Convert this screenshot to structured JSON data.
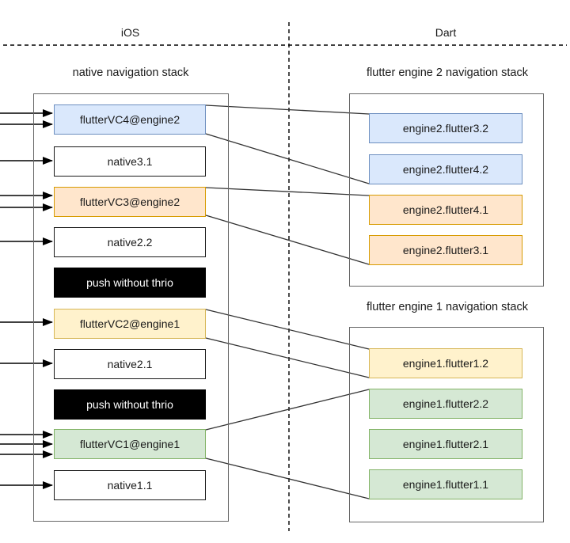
{
  "header": {
    "left_label": "iOS",
    "right_label": "Dart"
  },
  "left_panel": {
    "title": "native navigation stack",
    "boxes": [
      {
        "label": "flutterVC4@engine2",
        "type": "blue",
        "incoming_arrows": 2
      },
      {
        "label": "native3.1",
        "type": "white",
        "incoming_arrows": 1
      },
      {
        "label": "flutterVC3@engine2",
        "type": "orange",
        "incoming_arrows": 2
      },
      {
        "label": "native2.2",
        "type": "white",
        "incoming_arrows": 1
      },
      {
        "label": "push without thrio",
        "type": "black",
        "incoming_arrows": 0
      },
      {
        "label": "flutterVC2@engine1",
        "type": "yellow",
        "incoming_arrows": 1
      },
      {
        "label": "native2.1",
        "type": "white",
        "incoming_arrows": 1
      },
      {
        "label": "push without thrio",
        "type": "black",
        "incoming_arrows": 0
      },
      {
        "label": "flutterVC1@engine1",
        "type": "green",
        "incoming_arrows": 3
      },
      {
        "label": "native1.1",
        "type": "white",
        "incoming_arrows": 1
      }
    ]
  },
  "right_top_panel": {
    "title": "flutter engine 2 navigation stack",
    "boxes": [
      {
        "label": "engine2.flutter3.2",
        "type": "blue"
      },
      {
        "label": "engine2.flutter4.2",
        "type": "blue"
      },
      {
        "label": "engine2.flutter4.1",
        "type": "orange"
      },
      {
        "label": "engine2.flutter3.1",
        "type": "orange"
      }
    ]
  },
  "right_bottom_panel": {
    "title": "flutter engine 1 navigation stack",
    "boxes": [
      {
        "label": "engine1.flutter1.2",
        "type": "yellow"
      },
      {
        "label": "engine1.flutter2.2",
        "type": "green"
      },
      {
        "label": "engine1.flutter2.1",
        "type": "green"
      },
      {
        "label": "engine1.flutter1.1",
        "type": "green"
      }
    ]
  },
  "connections": [
    {
      "from": "flutterVC4@engine2",
      "to": "engine2.flutter3.2"
    },
    {
      "from": "flutterVC4@engine2",
      "to": "engine2.flutter4.2"
    },
    {
      "from": "flutterVC3@engine2",
      "to": "engine2.flutter4.1"
    },
    {
      "from": "flutterVC3@engine2",
      "to": "engine2.flutter3.1"
    },
    {
      "from": "flutterVC2@engine1",
      "to": "engine1.flutter1.2"
    },
    {
      "from": "flutterVC2@engine1",
      "to": "engine1.flutter1.2"
    },
    {
      "from": "flutterVC1@engine1",
      "to": "engine1.flutter2.2"
    },
    {
      "from": "flutterVC1@engine1",
      "to": "engine1.flutter1.1"
    }
  ],
  "colors": {
    "blue_fill": "#dae8fc",
    "blue_border": "#6c8ebf",
    "orange_fill": "#ffe6cc",
    "orange_border": "#d79b00",
    "yellow_fill": "#fff2cc",
    "yellow_border": "#d6b656",
    "green_fill": "#d5e8d4",
    "green_border": "#82b366",
    "black_fill": "#000000",
    "white_fill": "#ffffff",
    "line_color": "#333333",
    "divider_color": "#000000",
    "container_border": "#666666"
  }
}
